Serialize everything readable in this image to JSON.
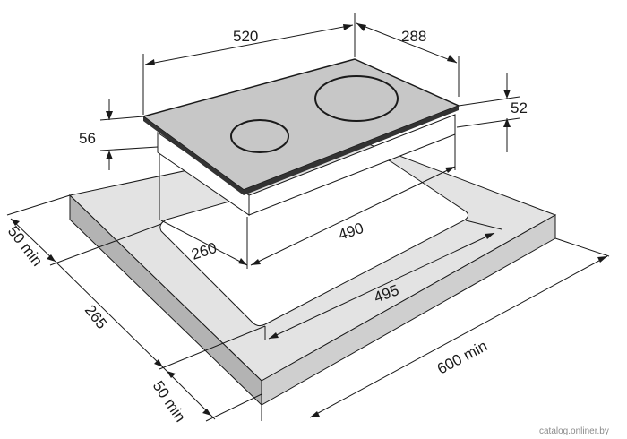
{
  "dimensions": {
    "hob_width": "520",
    "hob_depth": "288",
    "hob_height": "52",
    "hob_body_height": "56",
    "cutout_width": "490",
    "cutout_depth": "260",
    "cutout_front_width": "495",
    "worktop_width": "600 min",
    "side_clearance": "50 min",
    "front_depth": "265",
    "front_clearance": "50 min"
  },
  "watermark": "catalog.onliner.by",
  "colors": {
    "line": "#1a1a1a",
    "worktop_top": "#e3e3e3",
    "worktop_front": "#b3b3b3",
    "worktop_side": "#cfcfcf",
    "hob_glass": "#c7c7c7",
    "hob_body": "#ffffff"
  }
}
